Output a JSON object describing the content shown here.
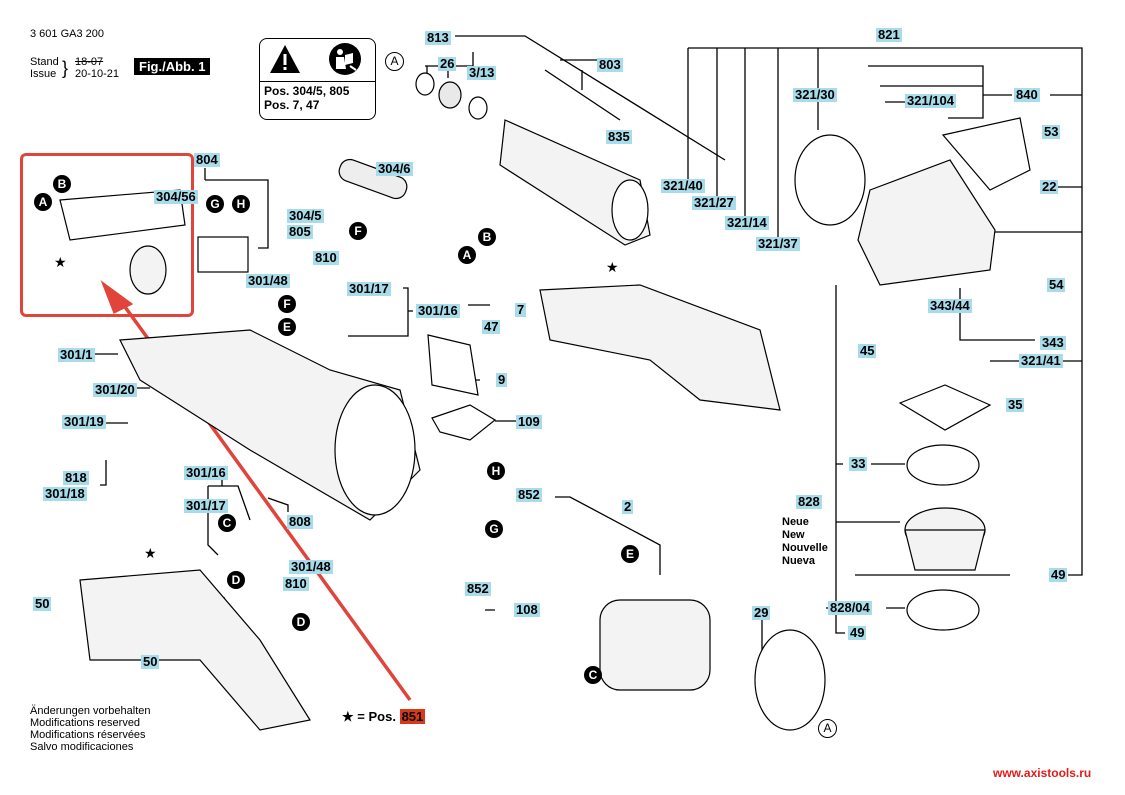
{
  "header": {
    "part_number": "3 601 GA3 200",
    "stand_label": "Stand",
    "issue_label": "Issue",
    "stand_date_struck": "18-07",
    "issue_date": "20-10-21",
    "figure_label": "Fig./Abb. 1"
  },
  "warning_box": {
    "icons": [
      "warning-triangle-icon",
      "read-manual-icon"
    ],
    "line1": "Pos. 304/5, 805",
    "line2": "Pos. 7, 47"
  },
  "part_labels": {
    "p813": "813",
    "p26": "26",
    "p3_13": "3/13",
    "p803": "803",
    "p835": "835",
    "p821": "821",
    "p321_30": "321/30",
    "p321_104": "321/104",
    "p840": "840",
    "p53": "53",
    "p22": "22",
    "p321_40": "321/40",
    "p321_27": "321/27",
    "p321_14": "321/14",
    "p321_37": "321/37",
    "p804": "804",
    "p304_56": "304/56",
    "p304_6": "304/6",
    "p304_5": "304/5",
    "p805": "805",
    "p810a": "810",
    "p301_48a": "301/48",
    "p301_17a": "301/17",
    "p301_16a": "301/16",
    "p47": "47",
    "p7": "7",
    "p9": "9",
    "p109": "109",
    "p301_1": "301/1",
    "p301_20": "301/20",
    "p301_19": "301/19",
    "p818": "818",
    "p301_18": "301/18",
    "p301_16b": "301/16",
    "p301_17b": "301/17",
    "p301_48b": "301/48",
    "p810b": "810",
    "p808": "808",
    "p852a": "852",
    "p852b": "852",
    "p2": "2",
    "p108": "108",
    "p29": "29",
    "p50a": "50",
    "p50b": "50",
    "p54": "54",
    "p343_44": "343/44",
    "p343": "343",
    "p45": "45",
    "p321_41": "321/41",
    "p35": "35",
    "p33": "33",
    "p828": "828",
    "p49a": "49",
    "p828_04": "828/04",
    "p49b": "49"
  },
  "new_labels": [
    "Neue",
    "New",
    "Nouvelle",
    "Nueva"
  ],
  "connector_markers": {
    "A": "A",
    "B": "B",
    "C": "C",
    "D": "D",
    "E": "E",
    "F": "F",
    "G": "G",
    "H": "H"
  },
  "star_symbol": "★",
  "legend": {
    "star_text": "= Pos.",
    "star_pos": "851"
  },
  "footer_notes": [
    "Änderungen vorbehalten",
    "Modifications reserved",
    "Modifications réservées",
    "Salvo modificaciones"
  ],
  "watermark": "www.axistools.ru",
  "colors": {
    "label_bg": "#a8dceb",
    "highlight_box": "#e0443a",
    "pos851_bg": "#d9391a",
    "watermark": "#e31b1b"
  }
}
